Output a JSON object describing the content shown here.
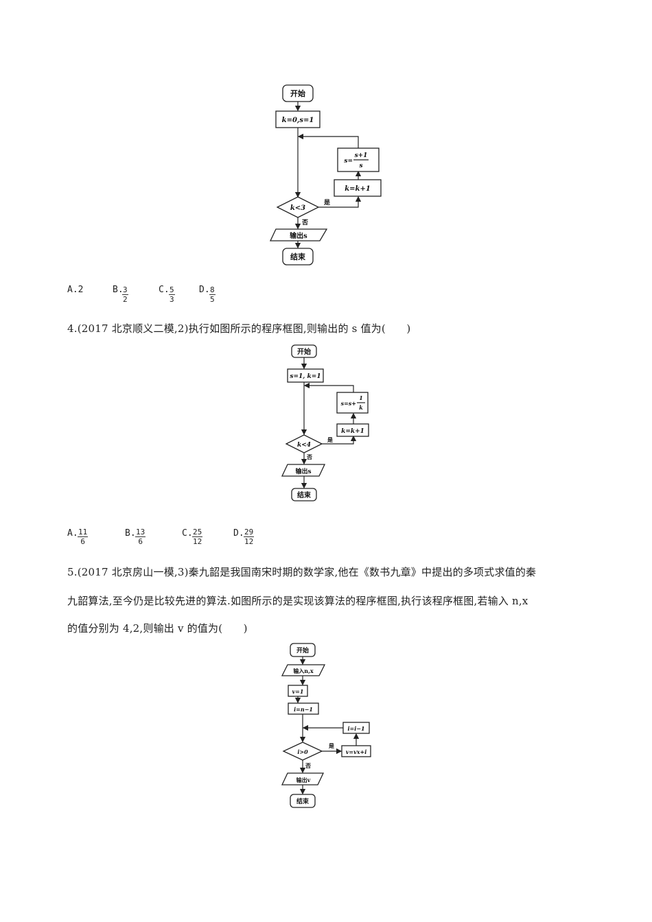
{
  "flow1": {
    "start": "开始",
    "init": "k=0,s=1",
    "update_s_lhs": "s=",
    "update_s_num": "s+1",
    "update_s_den": "s",
    "update_k": "k=k+1",
    "cond": "k<3",
    "yes": "是",
    "no": "否",
    "output": "输出s",
    "end": "结束"
  },
  "q3_options": [
    {
      "label": "A.",
      "whole": "2"
    },
    {
      "label": "B.",
      "num": "3",
      "den": "2"
    },
    {
      "label": "C.",
      "num": "5",
      "den": "3"
    },
    {
      "label": "D.",
      "num": "8",
      "den": "5"
    }
  ],
  "q4": {
    "text": "4.(2017 北京顺义二模,2)执行如图所示的程序框图,则输出的 s 值为(　　)"
  },
  "flow2": {
    "start": "开始",
    "init": "s=1, k=1",
    "update_s_lhs": "s=s+",
    "update_s_num": "1",
    "update_s_den": "k",
    "update_k": "k=k+1",
    "cond": "k<4",
    "yes": "是",
    "no": "否",
    "output": "输出s",
    "end": "结束"
  },
  "q4_options": [
    {
      "label": "A.",
      "num": "11",
      "den": "6"
    },
    {
      "label": "B.",
      "num": "13",
      "den": "6"
    },
    {
      "label": "C.",
      "num": "25",
      "den": "12"
    },
    {
      "label": "D.",
      "num": "29",
      "den": "12"
    }
  ],
  "q5": {
    "line1": "5.(2017 北京房山一模,3)秦九韶是我国南宋时期的数学家,他在《数书九章》中提出的多项式求值的秦",
    "line2": "九韶算法,至今仍是比较先进的算法.如图所示的是实现该算法的程序框图,执行该程序框图,若输入 n,x",
    "line3": "的值分别为 4,2,则输出 v 的值为(　　)"
  },
  "flow3": {
    "start": "开始",
    "input": "输入n,x",
    "init_v": "v=1",
    "init_i": "i=n−1",
    "update_i": "i=i−1",
    "update_v": "v=vx+i",
    "cond": "i>0",
    "yes": "是",
    "no": "否",
    "output": "输出v",
    "end": "结束"
  }
}
